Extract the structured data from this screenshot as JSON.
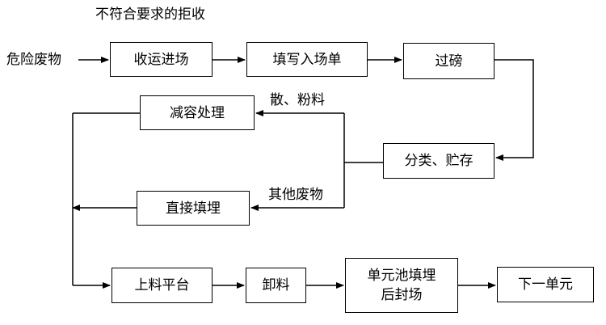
{
  "title": "不符合要求的拒收",
  "input_label": "危险废物",
  "nodes": {
    "receive": "收运进场",
    "fill_form": "填写入场单",
    "weigh": "过磅",
    "classify": "分类、贮存",
    "reduce": "减容处理",
    "direct_fill": "直接填埋",
    "platform": "上料平台",
    "unload": "卸料",
    "seal_line1": "单元池填埋",
    "seal_line2": "后封场",
    "next_unit": "下一单元"
  },
  "edge_labels": {
    "bulk_powder": "散、粉料",
    "other_waste": "其他废物"
  }
}
